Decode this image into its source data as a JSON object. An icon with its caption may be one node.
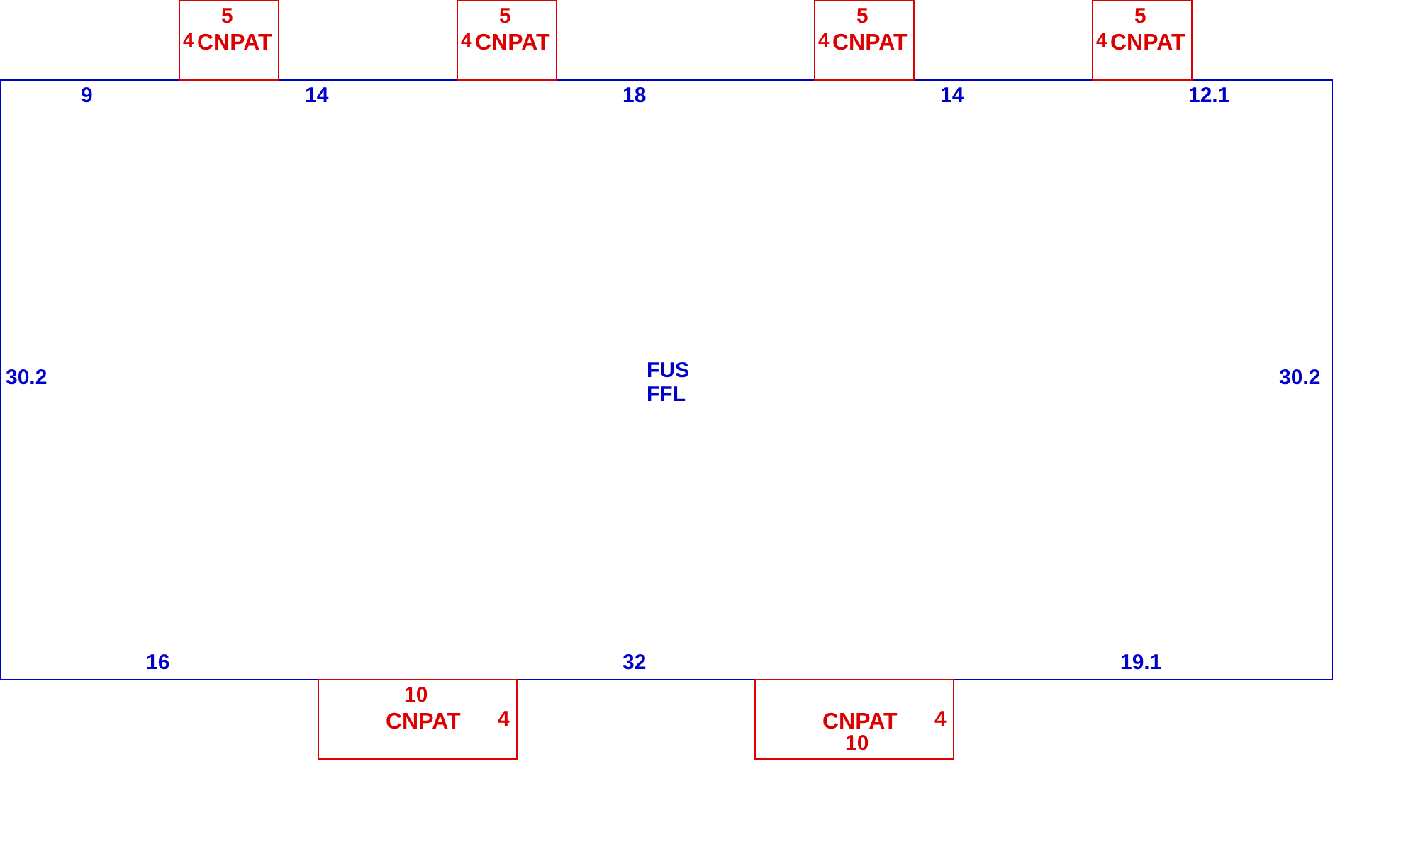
{
  "diagram": {
    "nodes": [
      {
        "text": [
          "FUS FFL"
        ]
      },
      {
        "text": [
          "5",
          "4",
          "CNPAT"
        ]
      },
      {
        "text": [
          "5",
          "4",
          "CNPAT"
        ]
      },
      {
        "text": [
          "5",
          "4",
          "CNPAT"
        ]
      },
      {
        "text": [
          "5",
          "4",
          "CNPAT"
        ]
      },
      {
        "text": [
          "10",
          "CNPAT",
          "4"
        ]
      },
      {
        "text": [
          "CNPAT",
          "10",
          "4"
        ]
      }
    ],
    "labels": [
      "9",
      "14",
      "18",
      "14",
      "12.1",
      "30.2",
      "30.2",
      "16",
      "32",
      "19.1"
    ]
  }
}
